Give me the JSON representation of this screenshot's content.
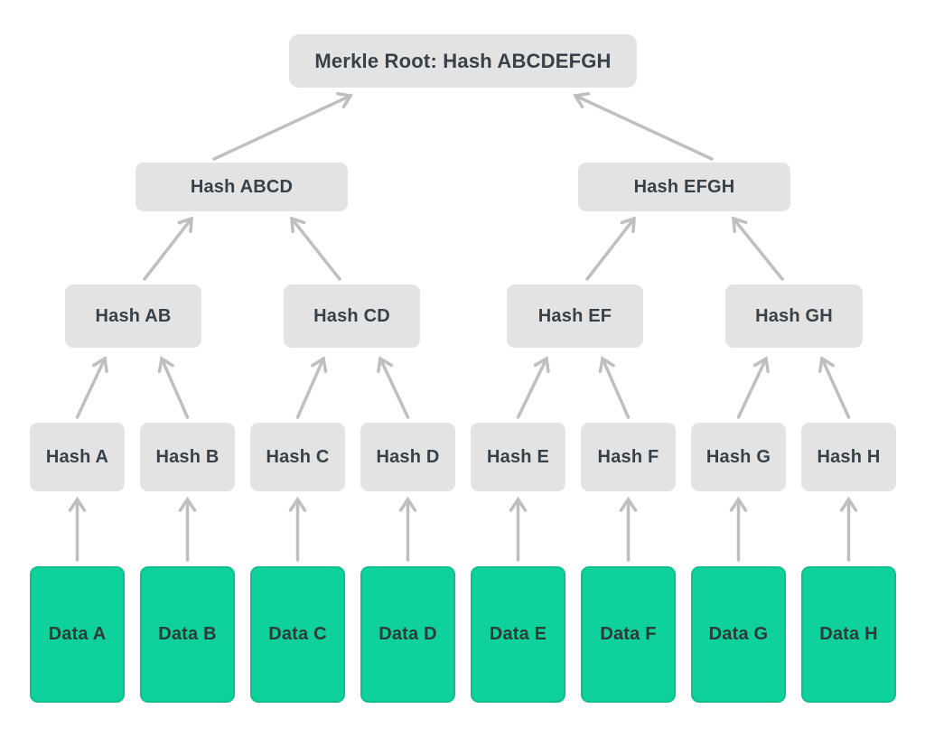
{
  "nodes": {
    "root": {
      "label": "Merkle Root: Hash ABCDEFGH"
    },
    "level2": [
      {
        "label": "Hash ABCD"
      },
      {
        "label": "Hash EFGH"
      }
    ],
    "level3": [
      {
        "label": "Hash AB"
      },
      {
        "label": "Hash CD"
      },
      {
        "label": "Hash EF"
      },
      {
        "label": "Hash GH"
      }
    ],
    "level4": [
      {
        "label": "Hash A"
      },
      {
        "label": "Hash B"
      },
      {
        "label": "Hash C"
      },
      {
        "label": "Hash D"
      },
      {
        "label": "Hash E"
      },
      {
        "label": "Hash F"
      },
      {
        "label": "Hash G"
      },
      {
        "label": "Hash H"
      }
    ],
    "leaves": [
      {
        "label": "Data A"
      },
      {
        "label": "Data B"
      },
      {
        "label": "Data C"
      },
      {
        "label": "Data D"
      },
      {
        "label": "Data E"
      },
      {
        "label": "Data F"
      },
      {
        "label": "Data G"
      },
      {
        "label": "Data H"
      }
    ]
  },
  "colors": {
    "node_bg": "#e3e3e3",
    "leaf_bg": "#0ed19b",
    "arrow": "#bfbfbf",
    "text": "#3a4045",
    "background": "#ffffff"
  }
}
